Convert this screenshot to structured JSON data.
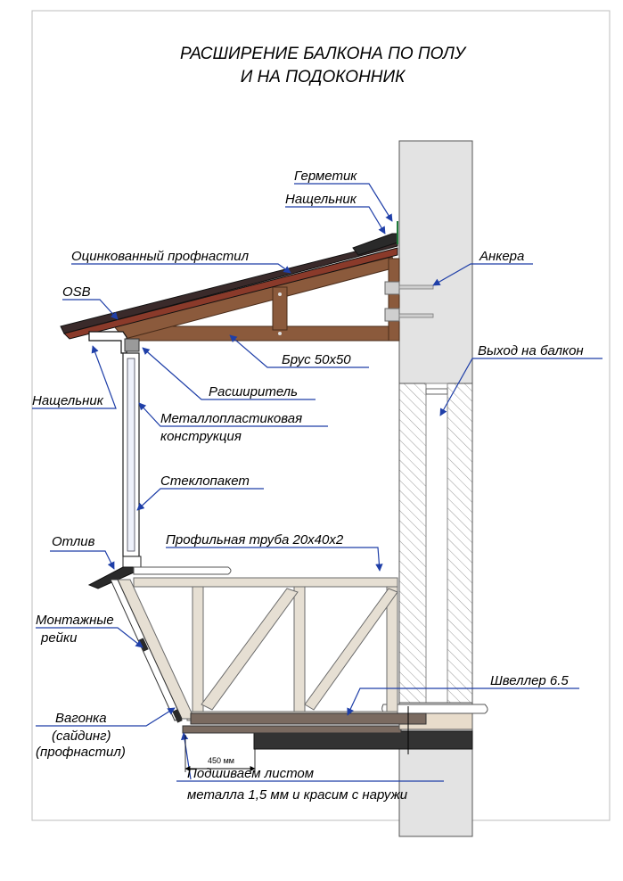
{
  "title": {
    "line1": "РАСШИРЕНИЕ БАЛКОНА ПО ПОЛУ",
    "line2": "И НА ПОДОКОННИК"
  },
  "labels": {
    "germetik": "Герметик",
    "nashchelnik_top": "Нащельник",
    "profnastil": "Оцинкованный профнастил",
    "osb": "OSB",
    "ankera": "Анкера",
    "vykhod": "Выход на балкон",
    "brus": "Брус 50х50",
    "nashchelnik_left": "Нащельник",
    "rasshiritel": "Расширитель",
    "metalloplast1": "Металлопластиковая",
    "metalloplast2": "конструкция",
    "steklopaket": "Стеклопакет",
    "otliv": "Отлив",
    "profil_truba": "Профильная труба 20х40х2",
    "montazh1": "Монтажные",
    "montazh2": "рейки",
    "shveller": "Швеллер 6.5",
    "vagonka1": "Вагонка",
    "vagonka2": "(сайдинг)",
    "vagonka3": "(профнастил)",
    "dimension": "450 мм",
    "podshivaem1": "Подшиваем листом",
    "podshivaem2": "металла 1,5 мм и красим с наружи"
  },
  "colors": {
    "wood": "#8b5a3c",
    "wood_dark": "#6b4028",
    "roof": "#3a2a2a",
    "truss": "#e6dfd3",
    "truss_stroke": "#6b6b6b",
    "wall": "#e2e2e2",
    "leader": "#1f3fa8",
    "slab": "#333333",
    "plank": "#7a6a60"
  }
}
